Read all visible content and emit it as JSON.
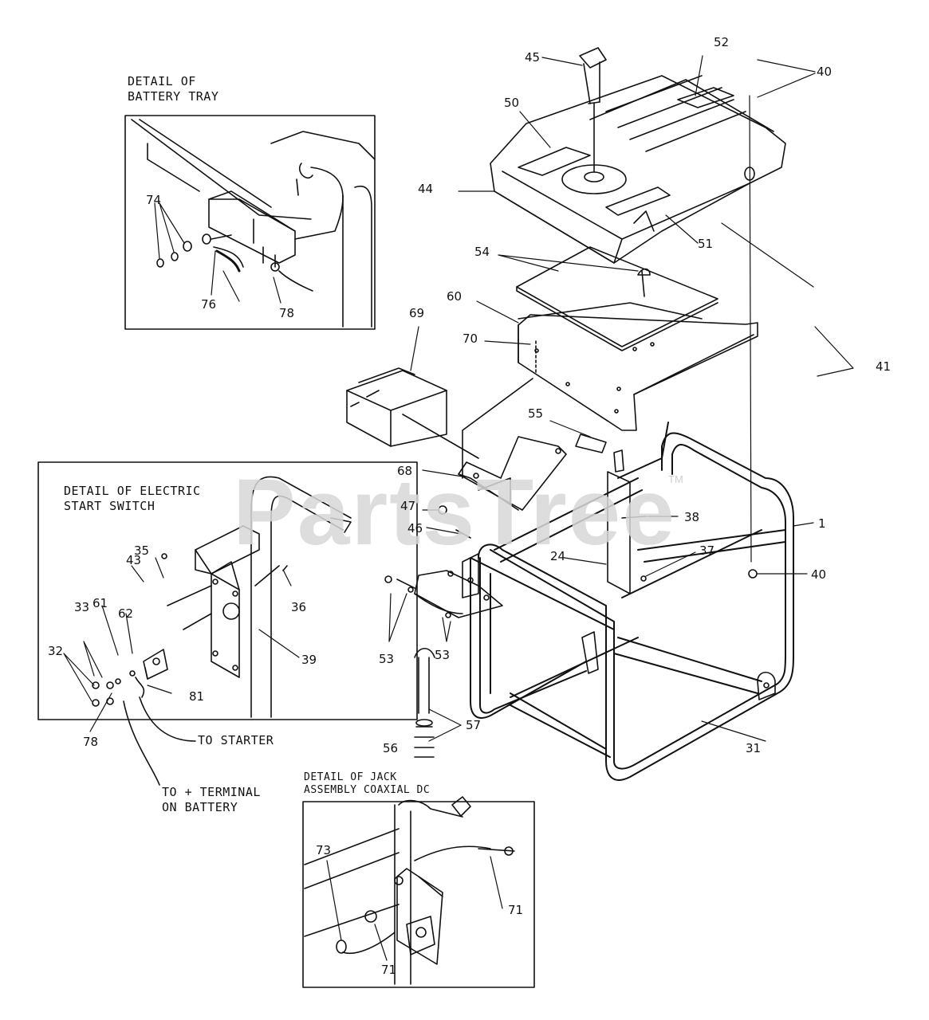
{
  "watermark": {
    "text": "PartsTree",
    "tm": "TM"
  },
  "details": {
    "battery_tray": "DETAIL OF\nBATTERY TRAY",
    "electric_start": "DETAIL OF ELECTRIC\nSTART SWITCH",
    "jack_assembly": "DETAIL OF JACK\nASSEMBLY COAXIAL DC"
  },
  "annotations": {
    "to_starter": "TO STARTER",
    "to_battery": "TO + TERMINAL\nON BATTERY"
  },
  "parts": {
    "p1": "1",
    "p24": "24",
    "p31": "31",
    "p32": "32",
    "p33": "33",
    "p35": "35",
    "p36": "36",
    "p37": "37",
    "p38": "38",
    "p39": "39",
    "p40a": "40",
    "p40b": "40",
    "p41": "41",
    "p43": "43",
    "p44": "44",
    "p45": "45",
    "p46": "46",
    "p47": "47",
    "p50": "50",
    "p51": "51",
    "p52": "52",
    "p53a": "53",
    "p53b": "53",
    "p54": "54",
    "p55": "55",
    "p56": "56",
    "p57": "57",
    "p60": "60",
    "p61": "61",
    "p62": "62",
    "p68": "68",
    "p69": "69",
    "p70": "70",
    "p71a": "71",
    "p71b": "71",
    "p73": "73",
    "p74": "74",
    "p76": "76",
    "p78a": "78",
    "p78b": "78",
    "p81": "81"
  }
}
